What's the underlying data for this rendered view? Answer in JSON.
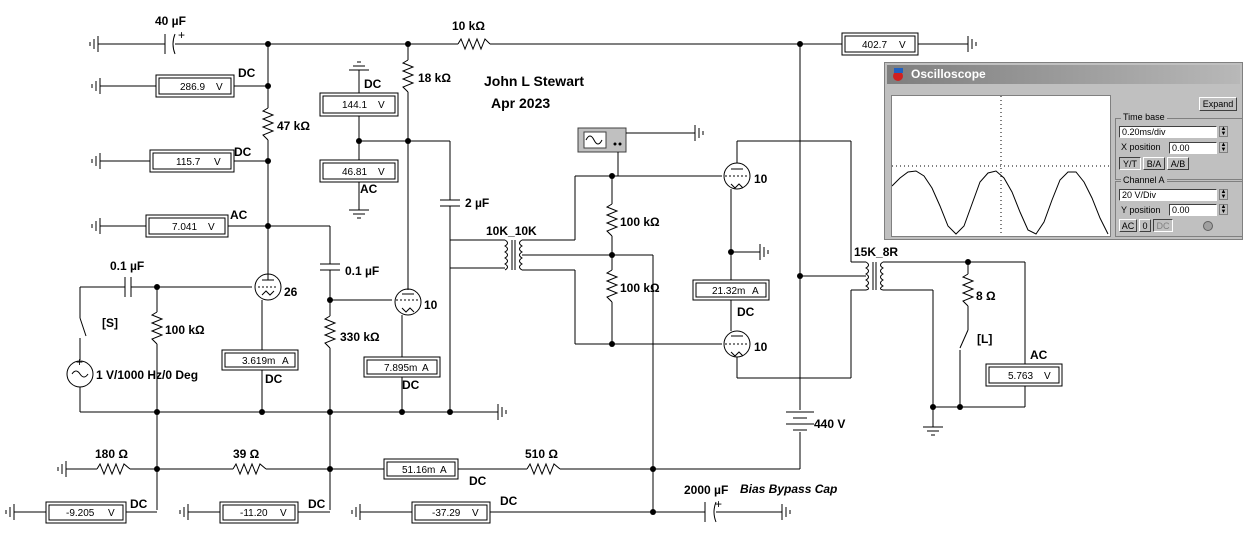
{
  "author": "John L Stewart",
  "date": "Apr 2023",
  "components": {
    "c_input_filter": "40 µF",
    "r_top": "10 kΩ",
    "r_47k": "47 kΩ",
    "r_18k": "18 kΩ",
    "c_2uF": "2 µF",
    "xfmr_interstage": "10K_10K",
    "r_100k_top": "100 kΩ",
    "r_100k_bot": "100 kΩ",
    "c_in_01": "0.1 µF",
    "c_coupling_01": "0.1 µF",
    "r_grid_100k": "100 kΩ",
    "r_330k": "330 kΩ",
    "tube_26": "26",
    "tube_10_driver": "10",
    "tube_10_top": "10",
    "tube_10_bot": "10",
    "xfmr_output": "15K_8R",
    "r_load": "8 Ω",
    "switch_s": "[S]",
    "switch_l": "[L]",
    "source": "1 V/1000 Hz/0 Deg",
    "r_180": "180 Ω",
    "r_39": "39 Ω",
    "r_510": "510 Ω",
    "battery": "440 V",
    "c_bias": "2000 µF",
    "bias_note": "Bias Bypass Cap"
  },
  "meters": {
    "m_286": {
      "value": "286.9",
      "unit": "V",
      "mode": "DC"
    },
    "m_115": {
      "value": "115.7",
      "unit": "V",
      "mode": "DC"
    },
    "m_7041": {
      "value": "7.041",
      "unit": "V",
      "mode": "AC"
    },
    "m_144": {
      "value": "144.1",
      "unit": "V",
      "mode": "DC"
    },
    "m_4681": {
      "value": "46.81",
      "unit": "V",
      "mode": "AC"
    },
    "m_4027": {
      "value": "402.7",
      "unit": "V"
    },
    "m_3619": {
      "value": "3.619m",
      "unit": "A",
      "mode": "DC"
    },
    "m_7895": {
      "value": "7.895m",
      "unit": "A",
      "mode": "DC"
    },
    "m_2132": {
      "value": "21.32m",
      "unit": "A",
      "mode": "DC"
    },
    "m_5763": {
      "value": "5.763",
      "unit": "V",
      "mode": "AC"
    },
    "m_5116": {
      "value": "51.16m",
      "unit": "A",
      "mode": "DC"
    },
    "m_9205": {
      "value": "-9.205",
      "unit": "V",
      "mode": "DC"
    },
    "m_1120": {
      "value": "-11.20",
      "unit": "V",
      "mode": "DC"
    },
    "m_3729": {
      "value": "-37.29",
      "unit": "V",
      "mode": "DC"
    }
  },
  "oscilloscope": {
    "title": "Oscilloscope",
    "expand": "Expand",
    "timebase_label": "Time base",
    "timebase_value": "0.20ms/div",
    "xpos_label": "X position",
    "xpos_value": "0.00",
    "mode_yt": "Y/T",
    "mode_ba": "B/A",
    "mode_ab": "A/B",
    "channel_label": "Channel A",
    "volts_div": "20 V/Div",
    "ypos_label": "Y position",
    "ypos_value": "0.00",
    "cpl_ac": "AC",
    "cpl_0": "0",
    "cpl_dc": "DC"
  }
}
